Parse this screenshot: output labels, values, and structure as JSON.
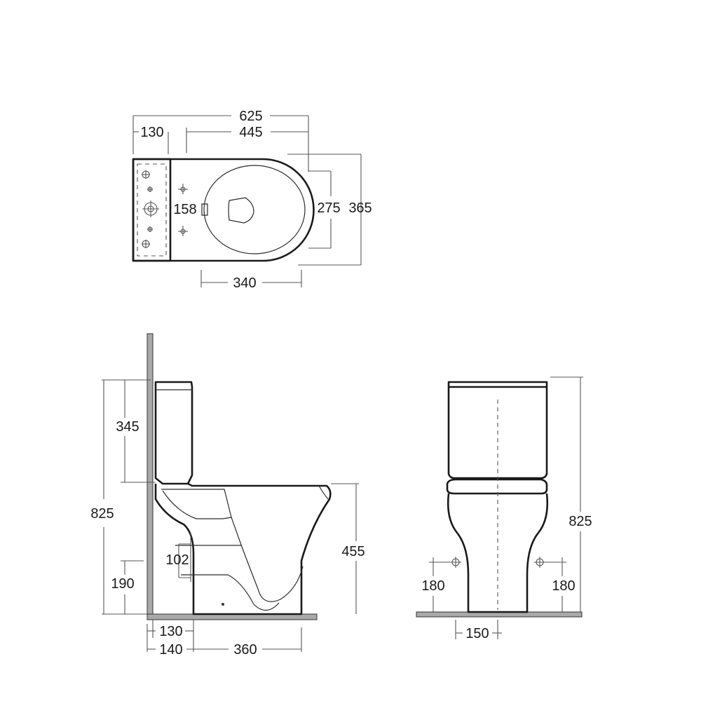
{
  "plan_view": {
    "overall_length": "625",
    "cistern_depth": "130",
    "pan_length": "445",
    "seat_width": "275",
    "overall_width": "365",
    "fixing_spacing": "158",
    "pan_depth": "340"
  },
  "side_view": {
    "cistern_height": "345",
    "overall_height": "825",
    "waste_height": "190",
    "outlet_diameter": "102",
    "seat_height": "455",
    "wall_to_outlet": "130",
    "wall_to_base": "140",
    "base_length": "360"
  },
  "front_view": {
    "overall_height": "825",
    "left_fixing_height": "180",
    "right_fixing_height": "180",
    "base_width": "150"
  }
}
